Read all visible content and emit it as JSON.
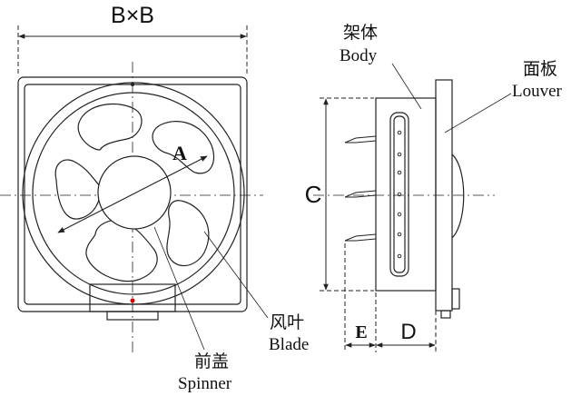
{
  "dimensions": {
    "bxb": "B×B",
    "a": "A",
    "c": "C",
    "d": "D",
    "e": "E"
  },
  "parts": {
    "body": {
      "cn": "架体",
      "en": "Body"
    },
    "louver": {
      "cn": "面板",
      "en": "Louver"
    },
    "blade": {
      "cn": "风叶",
      "en": "Blade"
    },
    "spinner": {
      "cn": "前盖",
      "en": "Spinner"
    }
  },
  "colors": {
    "line": "#222222",
    "indicator": "#d40000"
  }
}
